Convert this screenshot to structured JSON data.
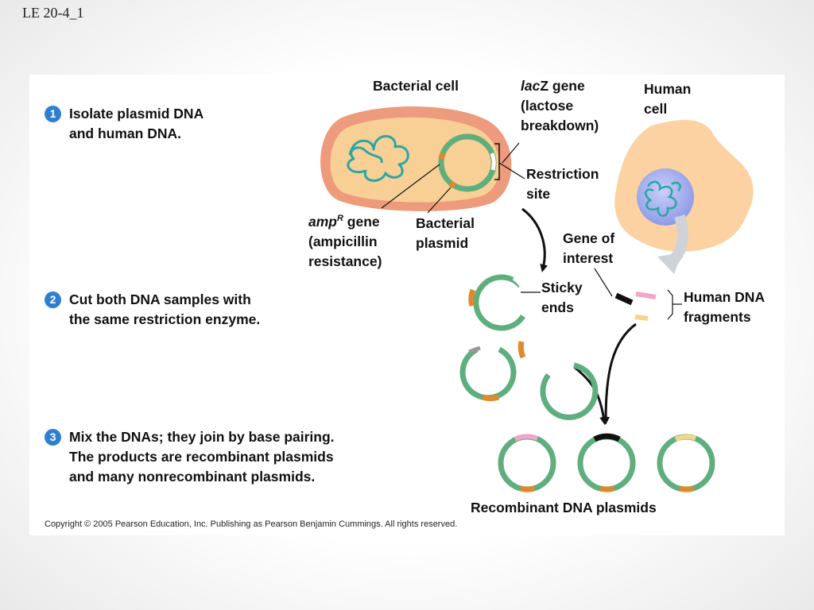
{
  "slide_title": "LE 20-4_1",
  "steps": [
    {
      "number": "1",
      "lines": [
        "Isolate plasmid DNA",
        "and human DNA."
      ]
    },
    {
      "number": "2",
      "lines": [
        "Cut both DNA samples with",
        "the same restriction enzyme."
      ]
    },
    {
      "number": "3",
      "lines": [
        "Mix the DNAs; they join by base pairing.",
        "The products are recombinant plasmids",
        "and many nonrecombinant plasmids."
      ]
    }
  ],
  "labels": {
    "bacterial_cell": "Bacterial cell",
    "lacz_italic": "lac",
    "lacz_rest": "Z gene",
    "lacz_line2": "(lactose",
    "lacz_line3": "breakdown)",
    "human_cell": [
      "Human",
      "cell"
    ],
    "restriction_site": [
      "Restriction",
      "site"
    ],
    "ampr_italic": "amp",
    "ampr_sup": "R",
    "ampr_rest": " gene",
    "ampr_line2": "(ampicillin",
    "ampr_line3": "resistance)",
    "bacterial_plasmid": [
      "Bacterial",
      "plasmid"
    ],
    "gene_of_interest": [
      "Gene of",
      "interest"
    ],
    "sticky_ends": [
      "Sticky",
      "ends"
    ],
    "human_dna_fragments": [
      "Human DNA",
      "fragments"
    ],
    "recombinant_dna_plasmids": "Recombinant DNA plasmids"
  },
  "copyright": "Copyright © 2005 Pearson Education, Inc. Publishing as Pearson Benjamin Cummings. All rights reserved.",
  "colors": {
    "step_badge": "#2f7fd0",
    "plasmid_green": "#5fae7e",
    "amp_orange": "#e0892b",
    "lacz_white": "#ffffff",
    "cell_wall": "#ee9a7c",
    "cytoplasm": "#f8cf95",
    "human_cell": "#fcd2a2",
    "nucleus": "#a9b3ee",
    "dna_teal": "#2aa7a4",
    "fragment_pink": "#f2a6c8",
    "fragment_yellow": "#f4d58a",
    "fragment_black": "#111111"
  }
}
